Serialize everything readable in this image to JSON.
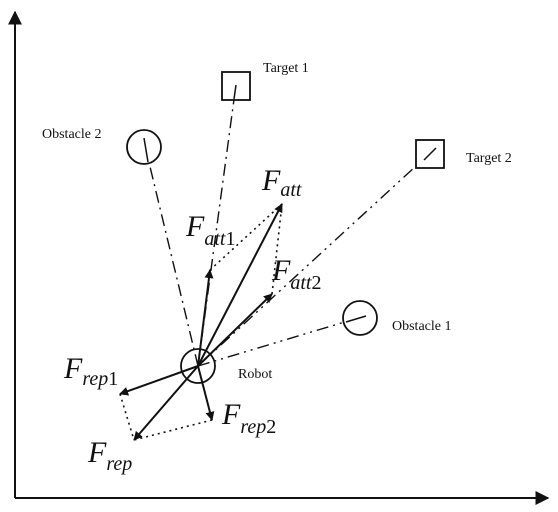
{
  "labels": {
    "target1": "Target 1",
    "target2": "Target 2",
    "obstacle1": "Obstacle 1",
    "obstacle2": "Obstacle 2",
    "robot": "Robot",
    "f_att_main": "F",
    "f_att_sub": "att",
    "f_att1_main": "F",
    "f_att1_sub": "att",
    "f_att1_num": "1",
    "f_att2_main": "F",
    "f_att2_sub": "att",
    "f_att2_num": "2",
    "f_rep1_main": "F",
    "f_rep1_sub": "rep",
    "f_rep1_num": "1",
    "f_rep2_main": "F",
    "f_rep2_sub": "rep",
    "f_rep2_num": "2",
    "f_rep_main": "F",
    "f_rep_sub": "rep"
  },
  "colors": {
    "ink": "#111111",
    "background": "#ffffff"
  }
}
